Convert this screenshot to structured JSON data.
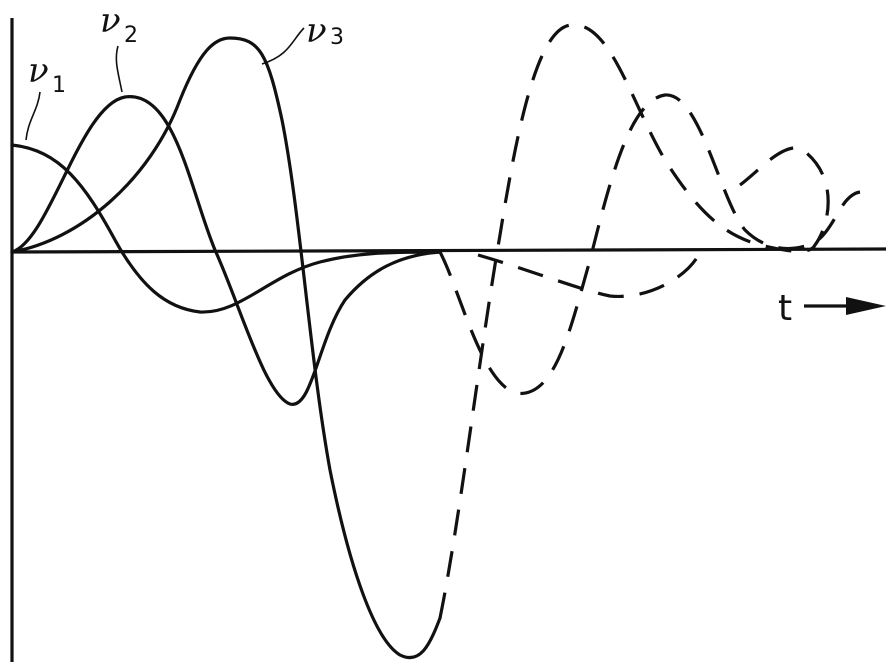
{
  "labels": {
    "v1_main": "ν",
    "v1_sub": "1",
    "v2_main": "ν",
    "v2_sub": "2",
    "v3_main": "ν",
    "v3_sub": "3",
    "time_axis": "t"
  },
  "colors": {
    "stroke": "#111111",
    "background": "#ffffff"
  }
}
